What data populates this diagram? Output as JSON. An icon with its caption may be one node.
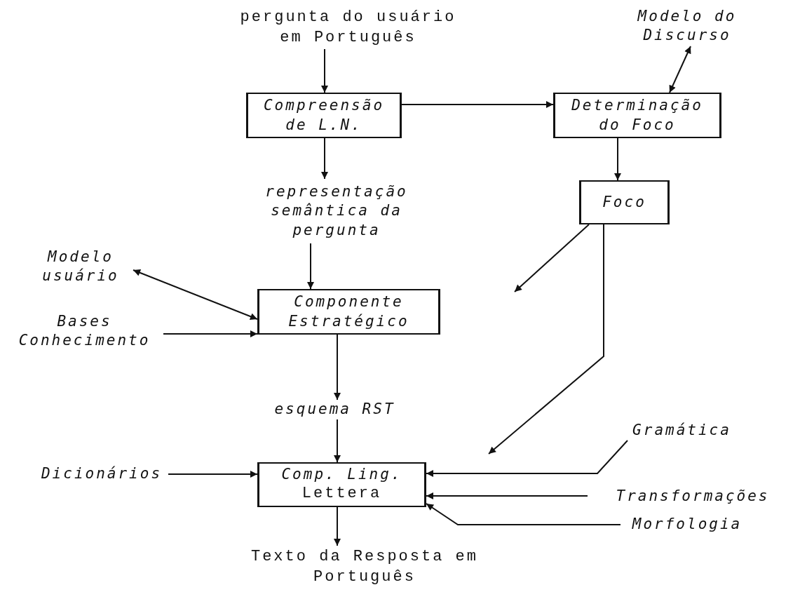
{
  "diagram": {
    "nodes": [
      {
        "text": [
          "pergunta do usuário em Português"
        ]
      },
      {
        "text": [
          "Compreensão de L.N."
        ]
      },
      {
        "text": [
          "Determinação do Foco"
        ]
      },
      {
        "text": [
          "Modelo do Discurso"
        ]
      },
      {
        "text": [
          "representação semântica da pergunta"
        ]
      },
      {
        "text": [
          "Foco"
        ]
      },
      {
        "text": [
          "Modelo usuário"
        ]
      },
      {
        "text": [
          "Componente Estratégico"
        ]
      },
      {
        "text": [
          "Bases Conhecimento"
        ]
      },
      {
        "text": [
          "esquema RST"
        ]
      },
      {
        "text": [
          "Dicionários"
        ]
      },
      {
        "text": [
          "Comp. Ling.",
          "Lettera"
        ]
      },
      {
        "text": [
          "Gramática"
        ]
      },
      {
        "text": [
          "Transformações"
        ]
      },
      {
        "text": [
          "Morfologia"
        ]
      },
      {
        "text": [
          "Texto da Resposta em Português"
        ]
      }
    ],
    "edges": [
      {
        "from": 0,
        "to": 1,
        "arrow": "to"
      },
      {
        "from": 1,
        "to": 2,
        "arrow": "to"
      },
      {
        "from": 3,
        "to": 2,
        "arrow": "both"
      },
      {
        "from": 1,
        "to": 4,
        "arrow": "to"
      },
      {
        "from": 2,
        "to": 5,
        "arrow": "to"
      },
      {
        "from": 4,
        "to": 7,
        "arrow": "to"
      },
      {
        "from": 6,
        "to": 7,
        "arrow": "both"
      },
      {
        "from": 8,
        "to": 7,
        "arrow": "to"
      },
      {
        "from": 5,
        "to": null,
        "arrow": "to"
      },
      {
        "from": 7,
        "to": 9,
        "arrow": "to"
      },
      {
        "from": 9,
        "to": 11,
        "arrow": "to"
      },
      {
        "from": 5,
        "to": null,
        "arrow": "to"
      },
      {
        "from": 10,
        "to": 11,
        "arrow": "to"
      },
      {
        "from": 12,
        "to": 11,
        "arrow": "to"
      },
      {
        "from": 13,
        "to": 11,
        "arrow": "to"
      },
      {
        "from": 14,
        "to": 11,
        "arrow": "to"
      },
      {
        "from": 11,
        "to": 15,
        "arrow": "to"
      }
    ]
  }
}
